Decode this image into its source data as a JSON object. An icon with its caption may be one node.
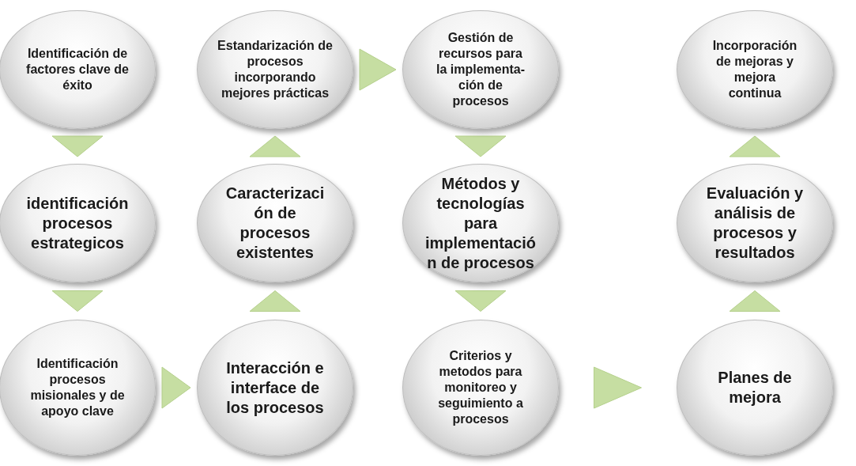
{
  "diagram": {
    "nodes": [
      {
        "text": [
          "Identificación de factores clave de éxito"
        ]
      },
      {
        "text": [
          "identificación procesos estrategicos"
        ]
      },
      {
        "text": [
          "Identificación procesos misionales y de apoyo clave"
        ]
      },
      {
        "text": [
          "Interacción e interface de los procesos"
        ]
      },
      {
        "text": [
          "Caracterizaci ón de procesos existentes"
        ]
      },
      {
        "text": [
          "Estandarización de procesos incorporando mejores prácticas"
        ]
      },
      {
        "text": [
          "Gestión de recursos para la implementa- ción de procesos"
        ]
      },
      {
        "text": [
          "Métodos y tecnologías para implementació n de procesos"
        ]
      },
      {
        "text": [
          "Criterios y metodos para monitoreo y seguimiento a procesos"
        ]
      },
      {
        "text": [
          "Planes de mejora"
        ]
      },
      {
        "text": [
          "Evaluación y análisis de procesos y resultados"
        ]
      },
      {
        "text": [
          "Incorporación de mejoras y mejora continua"
        ]
      }
    ],
    "edges": [
      {
        "from": 0,
        "to": 1,
        "arrow": "to"
      },
      {
        "from": 1,
        "to": 2,
        "arrow": "to"
      },
      {
        "from": 2,
        "to": 3,
        "arrow": "to"
      },
      {
        "from": 3,
        "to": 4,
        "arrow": "to"
      },
      {
        "from": 4,
        "to": 5,
        "arrow": "to"
      },
      {
        "from": 5,
        "to": 6,
        "arrow": "to"
      },
      {
        "from": 6,
        "to": 7,
        "arrow": "to"
      },
      {
        "from": 7,
        "to": 8,
        "arrow": "to"
      },
      {
        "from": 8,
        "to": 9,
        "arrow": "to"
      },
      {
        "from": 9,
        "to": 10,
        "arrow": "to"
      },
      {
        "from": 10,
        "to": 11,
        "arrow": "to"
      }
    ]
  }
}
